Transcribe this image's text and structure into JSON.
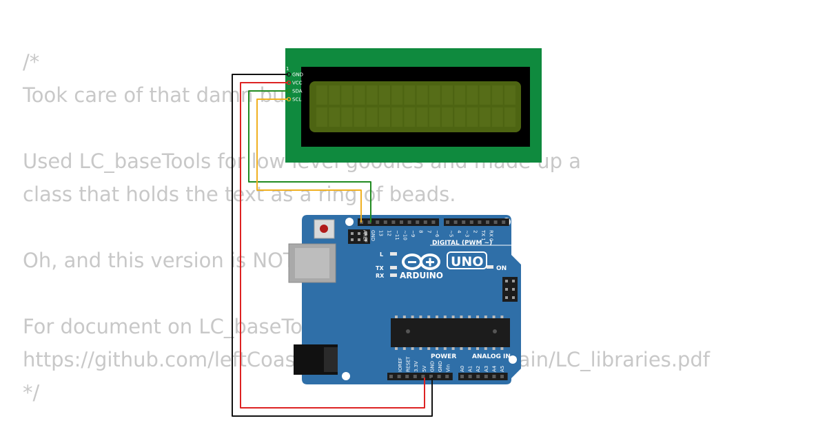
{
  "code_comment": {
    "lines": [
      "/*",
      "Took care of that damn bug",
      "",
      "Used LC_baseTools for low level goodies and made up a",
      "class that holds the text as a ring of beads.",
      "",
      "Oh, and this version is NOT blocking.",
      "",
      "For document on LC_baseTools:",
      "https://github.com/leftCoast/LC_baseTools/blob/main/LC_libraries.pdf",
      "*/"
    ]
  },
  "lcd": {
    "pin_number": "1",
    "pins": [
      "GND",
      "VCC",
      "SDA",
      "SCL"
    ]
  },
  "arduino": {
    "brand": "ARDUINO",
    "model": "UNO",
    "on_label": "ON",
    "tx_label": "TX",
    "rx_label": "RX",
    "l_label": "L",
    "digital_label": "DIGITAL (PWM ~)",
    "power_label": "POWER",
    "analog_label": "ANALOG IN",
    "top_pins": [
      "AREF",
      "GND",
      "13",
      "12",
      "~11",
      "~10",
      "~9",
      "8",
      "7",
      "~6",
      "~5",
      "4",
      "~3",
      "2",
      "TX 1",
      "RX 0"
    ],
    "power_pins": [
      "IOREF",
      "RESET",
      "3.3V",
      "5V",
      "GND",
      "GND",
      "Vin"
    ],
    "analog_pins": [
      "A0",
      "A1",
      "A2",
      "A3",
      "A4",
      "A5"
    ]
  },
  "colors": {
    "wire_gnd": "#111111",
    "wire_vcc": "#dd2222",
    "wire_sda": "#1f8a1f",
    "wire_scl": "#f0b020",
    "board": "#2f6fa8",
    "lcd_pcb": "#0f8a3e",
    "lcd_screen": "#4d6412"
  }
}
